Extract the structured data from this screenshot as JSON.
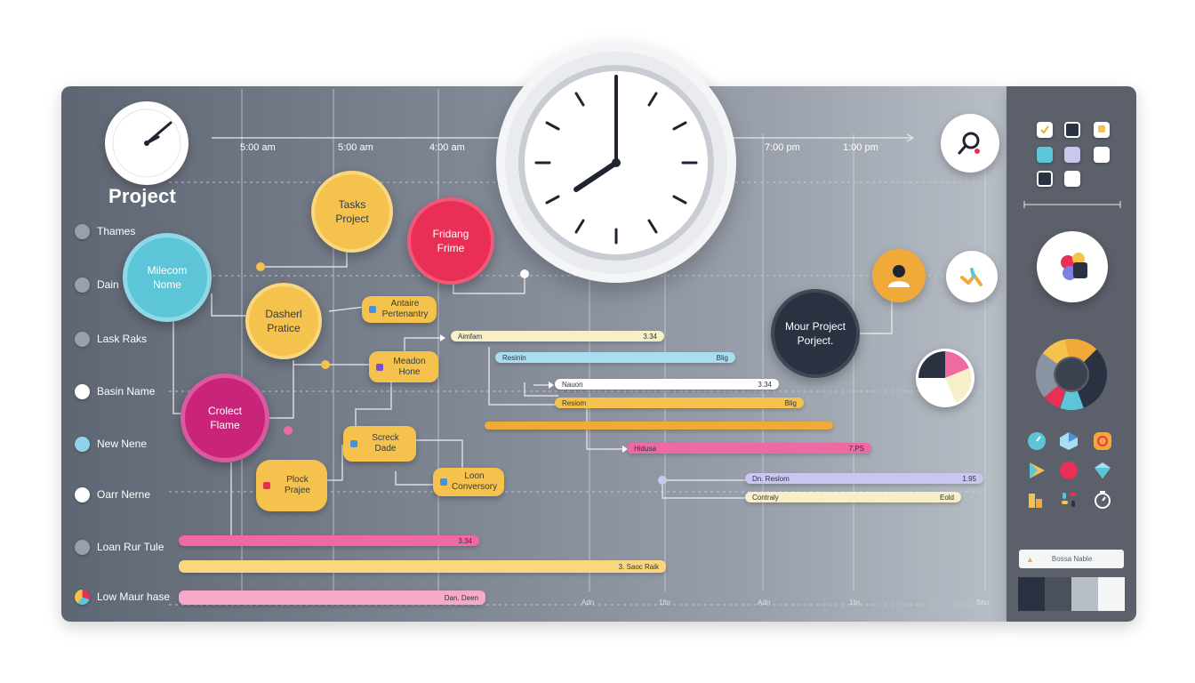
{
  "app": {
    "title": "Project"
  },
  "timeline": {
    "labels": [
      "5:00 am",
      "5:00 am",
      "4:00 am",
      "7:00 pm",
      "1:00 pm"
    ]
  },
  "rows": [
    {
      "label": "Thames",
      "dot_color": "#9aa0aa"
    },
    {
      "label": "Dain",
      "dot_color": "#9aa0aa"
    },
    {
      "label": "Lask Raks",
      "dot_color": "#9aa0aa"
    },
    {
      "label": "Basin Name",
      "dot_color": "#ffffff"
    },
    {
      "label": "New Nene",
      "dot_color": "#8fd3ea"
    },
    {
      "label": "Oarr Nerne",
      "dot_color": "#ffffff"
    },
    {
      "label": "Loan Rur Tule",
      "dot_color": "#9aa0aa"
    },
    {
      "label": "Low Maur hase",
      "dot_color": "#ffffff"
    }
  ],
  "bubbles": {
    "tasks": "Tasks Project",
    "fridang": "Fridang Frime",
    "welcome": "Milecom Nome",
    "dasherl": "Dasherl Pratice",
    "project_frame": "Crolect Flame",
    "most": "Mour Project Porject."
  },
  "pills": {
    "antaire": "Antaire Pertenantry",
    "meadon": "Meadon Hone",
    "screck": "Screck Dade",
    "plock": "Plock Prajee",
    "loon": "Loon Conversory"
  },
  "bars": [
    {
      "left": "Aimfam",
      "right": "3.34"
    },
    {
      "left": "Resinin",
      "right": "Blig"
    },
    {
      "left": "Nauon",
      "right": "3.34"
    },
    {
      "left": "Resiom",
      "right": "Blig"
    },
    {
      "left": "",
      "right": ""
    },
    {
      "left": "Hidusa",
      "right": "7.PS"
    },
    {
      "left": "Dn. Reslom",
      "right": "1.95"
    },
    {
      "left": "Contraly",
      "right": "Eold"
    },
    {
      "left": "",
      "right": "3.34"
    },
    {
      "left": "",
      "right": "3. Saoc Raik"
    },
    {
      "left": "",
      "right": "Dan. Deen"
    }
  ],
  "axis_ticks": [
    "Adn",
    "1ltn",
    "Adn",
    "1lin",
    "Shn"
  ],
  "sidebar": {
    "search_placeholder": "Bossa Nable"
  },
  "colors": {
    "yellow": "#f5c24d",
    "pink": "#ef6aa2",
    "blue": "#a8def0",
    "lavender": "#c9c6ef",
    "cream": "#f6efc8",
    "red": "#ea2f56",
    "teal": "#5cc6d8",
    "magenta": "#c9237a",
    "navy": "#2a3140",
    "orange": "#f1a93a"
  }
}
